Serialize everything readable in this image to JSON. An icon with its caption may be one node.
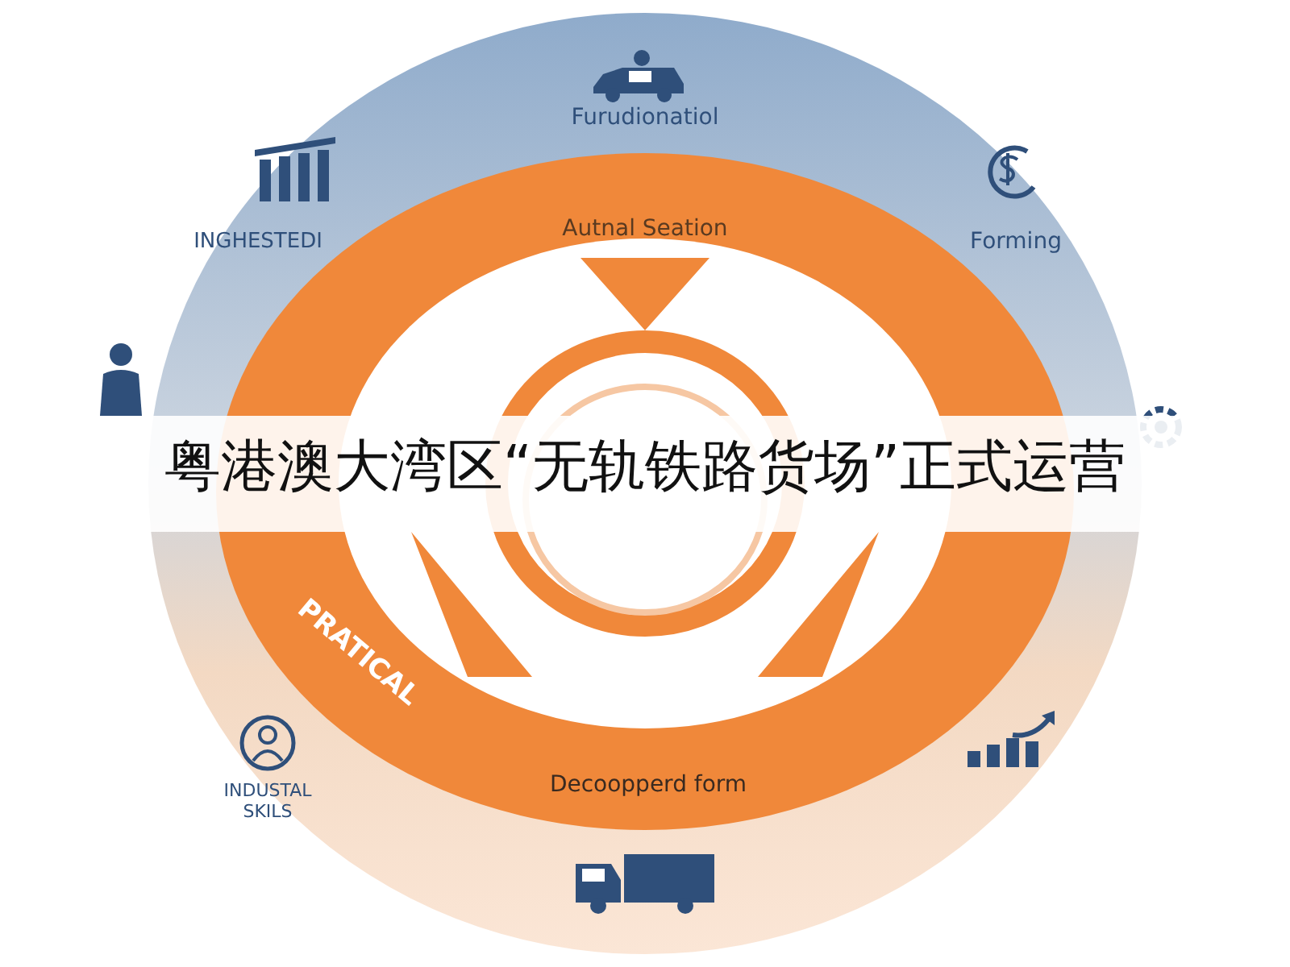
{
  "diagram": {
    "title": "粤港澳大湾区“无轨铁路货场”正式运营",
    "labels": [
      "Furudionatiol",
      "INGHESTEDI",
      "Forming",
      "Autnal Seation",
      "PRATICAL",
      "Decoopperd form",
      "INDUSTAL SKILS"
    ]
  }
}
